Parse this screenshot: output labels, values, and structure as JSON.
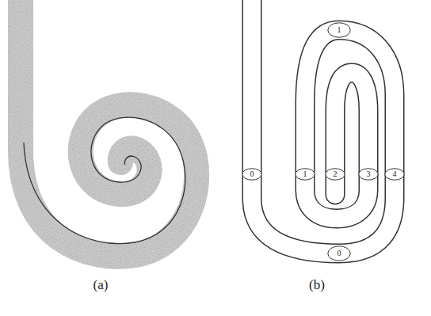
{
  "diagram": {
    "nodes": [
      {
        "text": [
          "1"
        ]
      },
      {
        "text": [
          "0"
        ]
      },
      {
        "text": [
          "1"
        ]
      },
      {
        "text": [
          "2"
        ]
      },
      {
        "text": [
          "3"
        ]
      },
      {
        "text": [
          "4"
        ]
      },
      {
        "text": [
          "0"
        ]
      }
    ],
    "labels": [
      "(a)",
      "(b)"
    ]
  }
}
